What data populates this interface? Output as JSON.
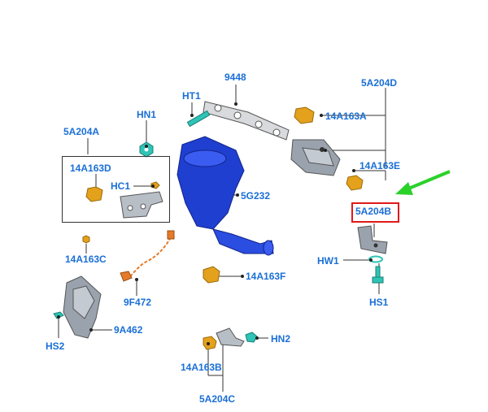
{
  "colors": {
    "label": "#1a6fd6",
    "highlight": "#e0191a",
    "arrow": "#2bd12b",
    "part_blue": "#1f3fd0",
    "part_gold": "#e3a11c",
    "part_gray": "#9aa3ad",
    "part_teal": "#2ec4b6"
  },
  "labels": {
    "p9448": "9448",
    "ht1": "HT1",
    "hn1": "HN1",
    "p5a204a": "5A204A",
    "p14a163d": "14A163D",
    "hc1": "HC1",
    "p5g232": "5G232",
    "p5a204d": "5A204D",
    "p14a163a": "14A163A",
    "p14a163e": "14A163E",
    "p5a204b": "5A204B",
    "hw1": "HW1",
    "hs1": "HS1",
    "p14a163c": "14A163C",
    "p9f472": "9F472",
    "p14a163f": "14A163F",
    "p9a462": "9A462",
    "hs2": "HS2",
    "hn2": "HN2",
    "p14a163b": "14A163B",
    "p5a204c": "5A204C"
  },
  "highlighted_part": "5A204B",
  "icons": {
    "pointer": "green-arrow-icon"
  }
}
